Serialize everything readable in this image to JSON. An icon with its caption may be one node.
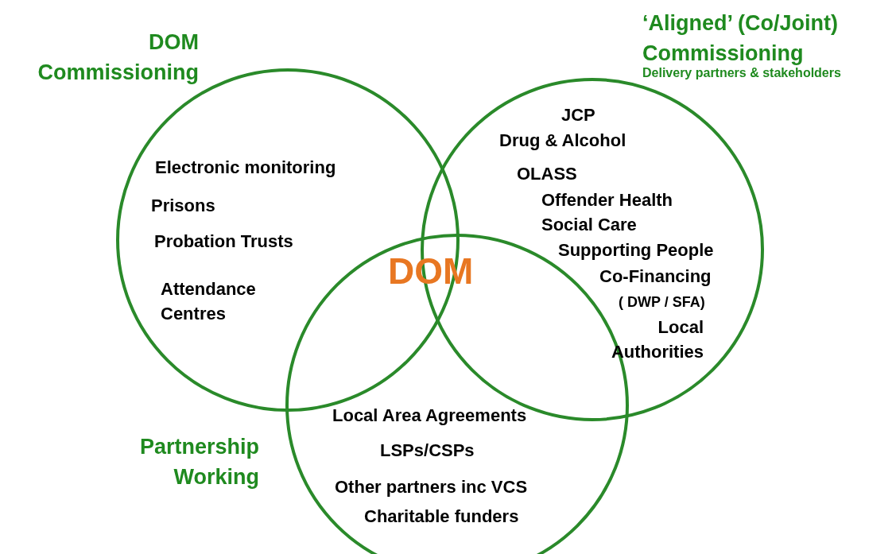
{
  "diagram": {
    "nodes": [
      {
        "text": [
          "DOM Commissioning",
          "Electronic monitoring",
          "Prisons",
          "Probation Trusts",
          "Attendance Centres"
        ]
      },
      {
        "text": [
          "‘Aligned’ (Co/Joint) Commissioning",
          "Delivery partners & stakeholders",
          "JCP",
          "Drug & Alcohol",
          "OLASS",
          "Offender Health",
          "Social Care",
          "Supporting People",
          "Co-Financing",
          "( DWP / SFA)",
          "Local Authorities"
        ]
      },
      {
        "text": [
          "Partnership Working",
          "Local Area Agreements",
          "LSPs/CSPs",
          "Other partners inc VCS",
          "Charitable funders"
        ]
      }
    ],
    "labels": [
      "DOM"
    ]
  }
}
